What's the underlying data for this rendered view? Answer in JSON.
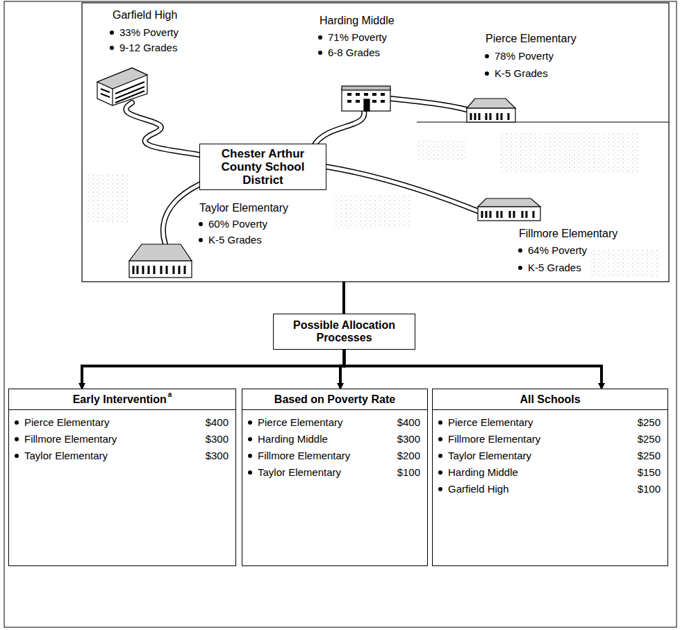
{
  "diagram": {
    "nodes": [
      {
        "text": [
          "Chester Arthur County School District"
        ]
      },
      {
        "text": [
          "Possible Allocation Processes"
        ]
      },
      {
        "text": [
          "Early Intervention",
          "Pierce Elementary",
          "$400",
          "Fillmore Elementary",
          "$300",
          "Taylor Elementary",
          "$300"
        ]
      },
      {
        "text": [
          "Based on Poverty Rate",
          "Pierce Elementary",
          "$400",
          "Harding Middle",
          "$300",
          "Fillmore Elementary",
          "$200",
          "Taylor Elementary",
          "$100"
        ]
      },
      {
        "text": [
          "All Schools",
          "Pierce Elementary",
          "$250",
          "Fillmore Elementary",
          "$250",
          "Taylor Elementary",
          "$250",
          "Harding Middle",
          "$150",
          "Garfield High",
          "$100"
        ]
      }
    ],
    "edges": [
      {
        "from": 1,
        "to": 2,
        "arrow": "to"
      },
      {
        "from": 1,
        "to": 3,
        "arrow": "to"
      },
      {
        "from": 1,
        "to": 4,
        "arrow": "to"
      }
    ],
    "labels": [
      "Garfield High",
      "33% Poverty",
      "9-12 Grades",
      "Harding Middle",
      "71% Poverty",
      "6-8 Grades",
      "Pierce Elementary",
      "78% Poverty",
      "K-5 Grades",
      "Fillmore Elementary",
      "64% Poverty",
      "K-5 Grades",
      "Taylor Elementary",
      "60% Poverty",
      "K-5 Grades",
      "a"
    ]
  }
}
